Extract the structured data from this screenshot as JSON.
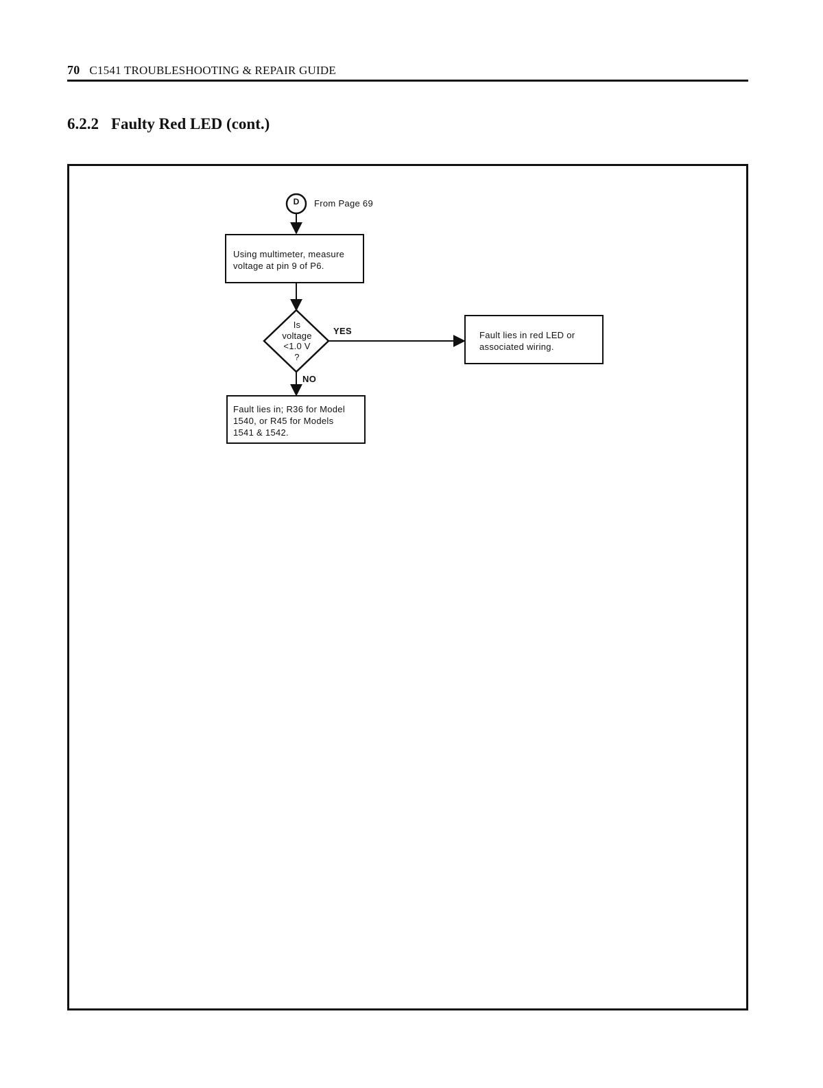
{
  "header": {
    "page_number": "70",
    "book_title": "C1541 TROUBLESHOOTING & REPAIR GUIDE"
  },
  "section": {
    "number": "6.2.2",
    "title": "Faulty Red LED (cont.)"
  },
  "flowchart": {
    "connector": {
      "letter": "D",
      "label": "From Page 69"
    },
    "step_measure": {
      "line1": "Using multimeter, measure",
      "line2": "voltage at pin 9 of P6."
    },
    "decision": {
      "line1": "Is",
      "line2": "voltage",
      "line3": "<1.0 V",
      "line4": "?",
      "yes_label": "YES",
      "no_label": "NO"
    },
    "result_yes": {
      "line1": "Fault lies in red LED or",
      "line2": "associated wiring."
    },
    "result_no": {
      "line1": "Fault lies in; R36 for Model",
      "line2": "1540, or R45 for Models",
      "line3": "1541 & 1542."
    }
  }
}
